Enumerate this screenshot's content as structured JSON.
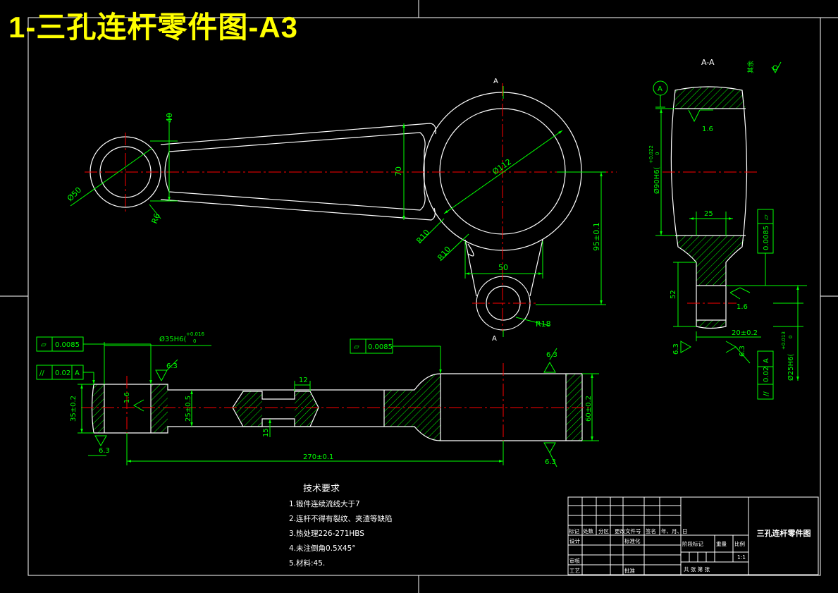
{
  "banner": {
    "title": "1-三孔连杆零件图-A3"
  },
  "section": {
    "label": "A-A",
    "cut_mark": "A",
    "datum": "A",
    "rest_note": "其余"
  },
  "dims": {
    "d50": "Ø50",
    "r6": "R6",
    "h40": "40",
    "h70": "70",
    "d112": "Ø112",
    "r10a": "R10",
    "r10b": "R10",
    "w50": "50",
    "h95": "95±0.1",
    "r18": "R18",
    "d35h6": "Ø35H6(",
    "d35tol": "+0.016",
    "d35tol0": "0",
    "t35": "35±0.2",
    "t25": "25±0.5",
    "w12": "12",
    "h15": "15",
    "t270": "270±0.1",
    "t60": "60±0.2",
    "d90h6": "Ø90H6(",
    "d90tol": "+0.022",
    "d90tol0": "0",
    "w25": "25",
    "h52": "52",
    "w20": "20±0.2",
    "d25h6": "Ø25H6(",
    "d25tol": "+0.013",
    "d25tol0": "0"
  },
  "tolerances": {
    "flat1": "0.0085",
    "par1": "0.02",
    "par1ref": "A",
    "flat2": "0.0085",
    "flat3": "0.0085",
    "par2": "0.02",
    "par2ref": "A"
  },
  "roughness": {
    "r16a": "1.6",
    "r63a": "6.3",
    "r63b": "6.3",
    "r63c": "6.3",
    "r63d": "6.3",
    "r16b": "1.6",
    "r16c": "1.6",
    "r63e": "6.3",
    "r63f": "6.3"
  },
  "tech_req": {
    "title": "技术要求",
    "items": [
      "1.锻件连续流线大于7",
      "2.连杆不得有裂纹、夹渣等缺陷",
      "3.热处理226-271HBS",
      "4.未注倒角0.5X45°",
      "5.材料:45."
    ]
  },
  "title_block": {
    "part_name": "三孔连杆零件图",
    "h1": "标记",
    "h2": "处数",
    "h3": "分区",
    "h4": "更改文件号",
    "h5": "签名",
    "h6": "年、月、日",
    "design": "设计",
    "std": "标准化",
    "check": "审核",
    "process": "工艺",
    "approve": "批准",
    "stage": "阶段标记",
    "weight": "重量",
    "ratio": "比例",
    "scale_val": "1:1",
    "sheets": "共 张 第 张"
  },
  "colors": {
    "outline": "#ffffff",
    "dim": "#00ff00",
    "center": "#ff0000",
    "hatch": "#00ff00",
    "banner": "#ffff00"
  }
}
